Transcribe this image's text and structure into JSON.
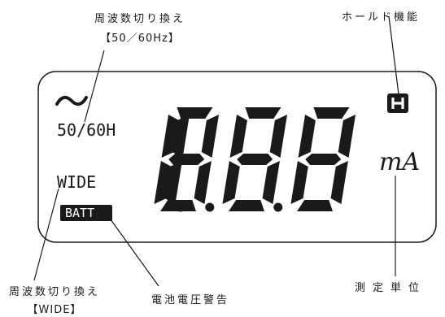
{
  "labels": {
    "freq_select_top_line1": "周波数切り換え",
    "freq_select_top_line2": "【50／60Hz】",
    "hold_function": "ホールド機能",
    "freq_select_bottom_line1": "周波数切り換え",
    "freq_select_bottom_line2": "【WIDE】",
    "battery_warning": "電池電圧警告",
    "measurement_unit": "測定単位"
  },
  "display": {
    "ac_symbol": "~",
    "freq_indicator": "50/60H",
    "wide_indicator": "WIDE",
    "batt_indicator": "BATT",
    "hold_indicator": "H",
    "reading": "1.8.8.8",
    "unit": "mA"
  },
  "colors": {
    "ink": "#1a1a1a",
    "background": "#ffffff"
  }
}
